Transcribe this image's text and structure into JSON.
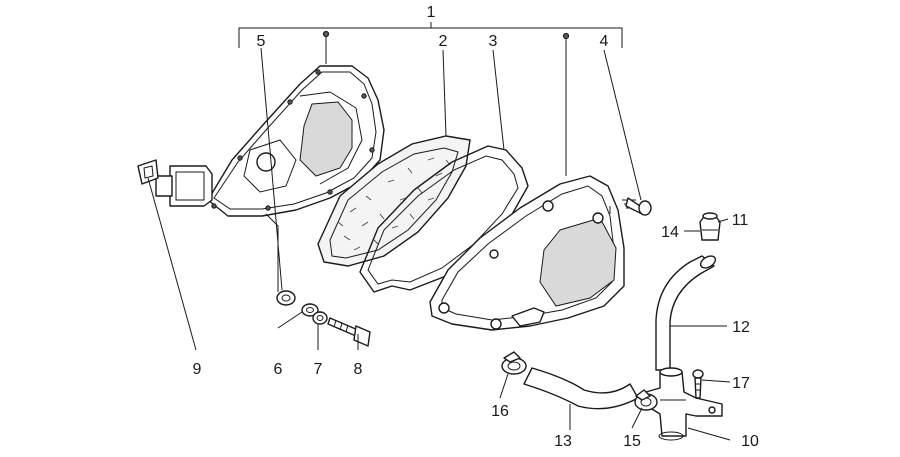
{
  "diagram": {
    "callouts": [
      {
        "id": "1",
        "text": "1"
      },
      {
        "id": "2",
        "text": "2"
      },
      {
        "id": "3",
        "text": "3"
      },
      {
        "id": "4",
        "text": "4"
      },
      {
        "id": "5",
        "text": "5"
      },
      {
        "id": "6",
        "text": "6"
      },
      {
        "id": "7",
        "text": "7"
      },
      {
        "id": "8",
        "text": "8"
      },
      {
        "id": "9",
        "text": "9"
      },
      {
        "id": "10",
        "text": "10"
      },
      {
        "id": "11",
        "text": "11"
      },
      {
        "id": "12",
        "text": "12"
      },
      {
        "id": "13",
        "text": "13"
      },
      {
        "id": "14",
        "text": "14"
      },
      {
        "id": "15",
        "text": "15"
      },
      {
        "id": "16",
        "text": "16"
      },
      {
        "id": "17",
        "text": "17"
      }
    ],
    "colors": {
      "line": "#1a1a1a",
      "background": "#ffffff",
      "shade": "#d9d9d9"
    }
  }
}
